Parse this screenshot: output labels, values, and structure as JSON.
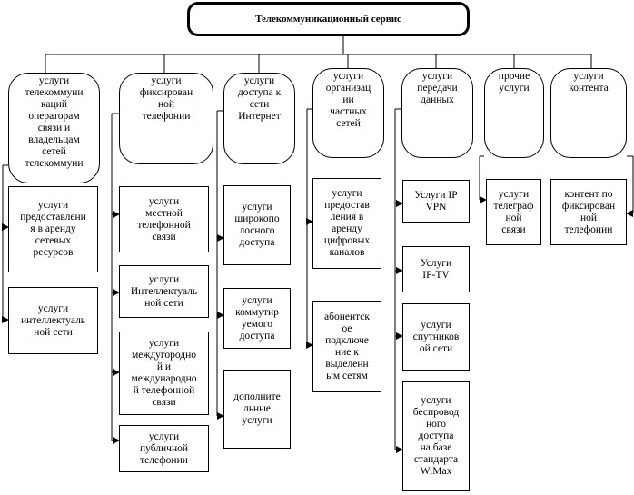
{
  "title": "Телекоммуникационный сервис",
  "categories": [
    {
      "id": "c1",
      "label": "услуги\nтелекоммуни\nкаций\nоператорам\nсвязи и\nвладельцам\nсетей\nтелекоммуни",
      "children": [
        "услуги\nпредоставлени\nя в аренду\nсетевых\nресурсов",
        "услуги\nинтеллектуаль\nной сети"
      ]
    },
    {
      "id": "c2",
      "label": "услуги\nфиксирован\nной\nтелефонии",
      "children": [
        "услуги\nместной\nтелефонной\nсвязи",
        "услуги\nИнтеллектуаль\nной сети",
        "услуги\nмеждугородно\nй и\nмеждународно\nй телефонной\nсвязи",
        "услуги\nпубличной\nтелефонии"
      ]
    },
    {
      "id": "c3",
      "label": "услуги\nдоступа к\nсети\nИнтернет",
      "children": [
        "услуги\nширокопо\nлосного\nдоступа",
        "услуги\nкоммутир\nуемого\nдоступа",
        "дополните\nльные\nуслуги"
      ]
    },
    {
      "id": "c4",
      "label": "услуги\nорганизац\nии\nчастных\nсетей",
      "children": [
        "услуги\nпредостав\nления в\nаренду\nцифровых\nканалов",
        "абонентск\nое\nподключе\nние к\nвыделенн\nым сетям"
      ]
    },
    {
      "id": "c5",
      "label": "услуги\nпередачи\nданных",
      "children": [
        "Услуги IP\nVPN",
        "Услуги\nIP-TV",
        "услуги\nспутников\nой сети",
        "услуги\nбеспровод\nного\nдоступа\nна базе\nстандарта\nWiMax"
      ]
    },
    {
      "id": "c6",
      "label": "прочие\nуслуги",
      "children": [
        "услуги\nтелеграф\nной\nсвязи"
      ]
    },
    {
      "id": "c7",
      "label": "услуги\nконтента",
      "children": [
        "контент по\nфиксирован\nной\nтелефонии"
      ]
    }
  ]
}
